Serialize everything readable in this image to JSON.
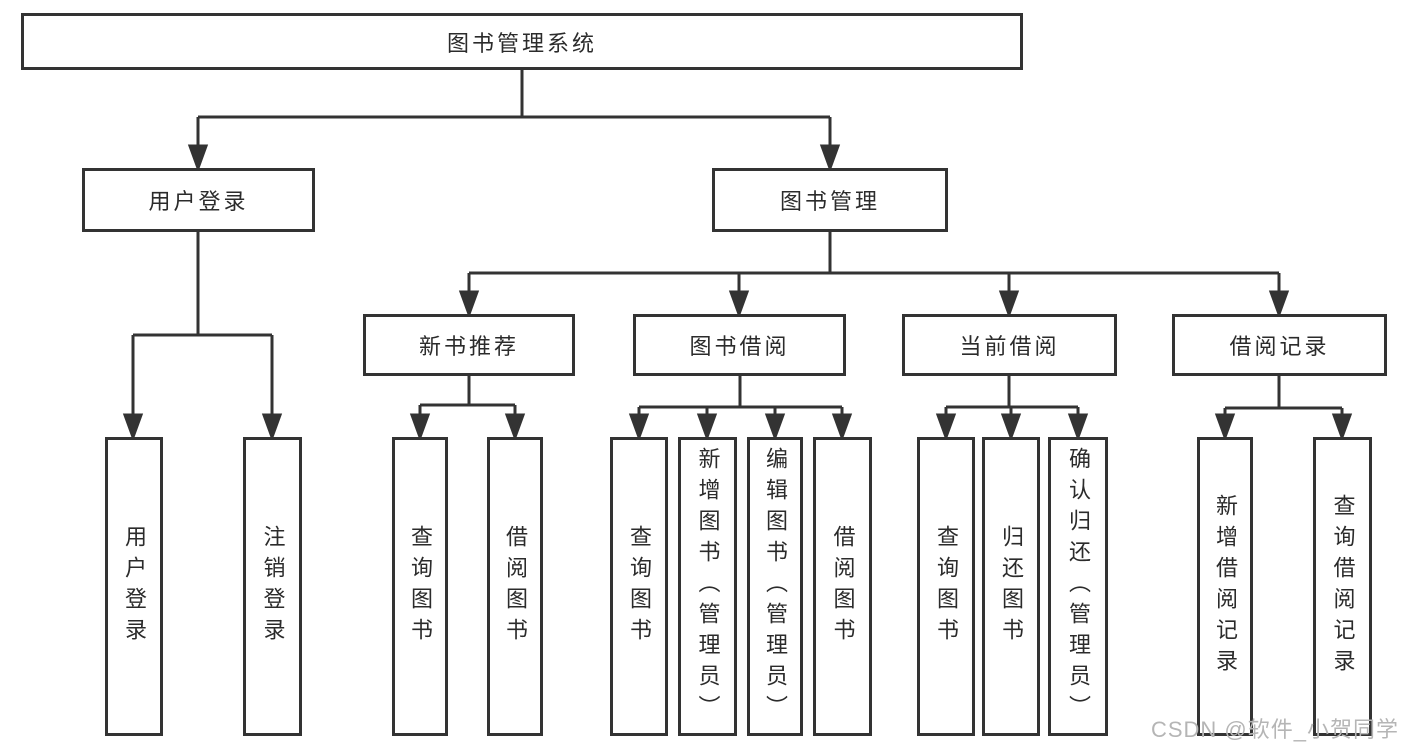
{
  "tree": {
    "root": {
      "label": "图书管理系统",
      "children": [
        {
          "label": "用户登录",
          "children": [
            {
              "label": "用户登录"
            },
            {
              "label": "注销登录"
            }
          ]
        },
        {
          "label": "图书管理",
          "children": [
            {
              "label": "新书推荐",
              "children": [
                {
                  "label": "查询图书"
                },
                {
                  "label": "借阅图书"
                }
              ]
            },
            {
              "label": "图书借阅",
              "children": [
                {
                  "label": "查询图书"
                },
                {
                  "label": "新增图书（管理员）"
                },
                {
                  "label": "编辑图书（管理员）"
                },
                {
                  "label": "借阅图书"
                }
              ]
            },
            {
              "label": "当前借阅",
              "children": [
                {
                  "label": "查询图书"
                },
                {
                  "label": "归还图书"
                },
                {
                  "label": "确认归还（管理员）"
                }
              ]
            },
            {
              "label": "借阅记录",
              "children": [
                {
                  "label": "新增借阅记录"
                },
                {
                  "label": "查询借阅记录"
                }
              ]
            }
          ]
        }
      ]
    }
  },
  "watermark": {
    "text": "CSDN @软件_小贺同学",
    "color": "#b5b5b5"
  },
  "colors": {
    "line": "#333333",
    "box_border": "#333333",
    "text": "#2b2b2b",
    "background": "#ffffff"
  }
}
